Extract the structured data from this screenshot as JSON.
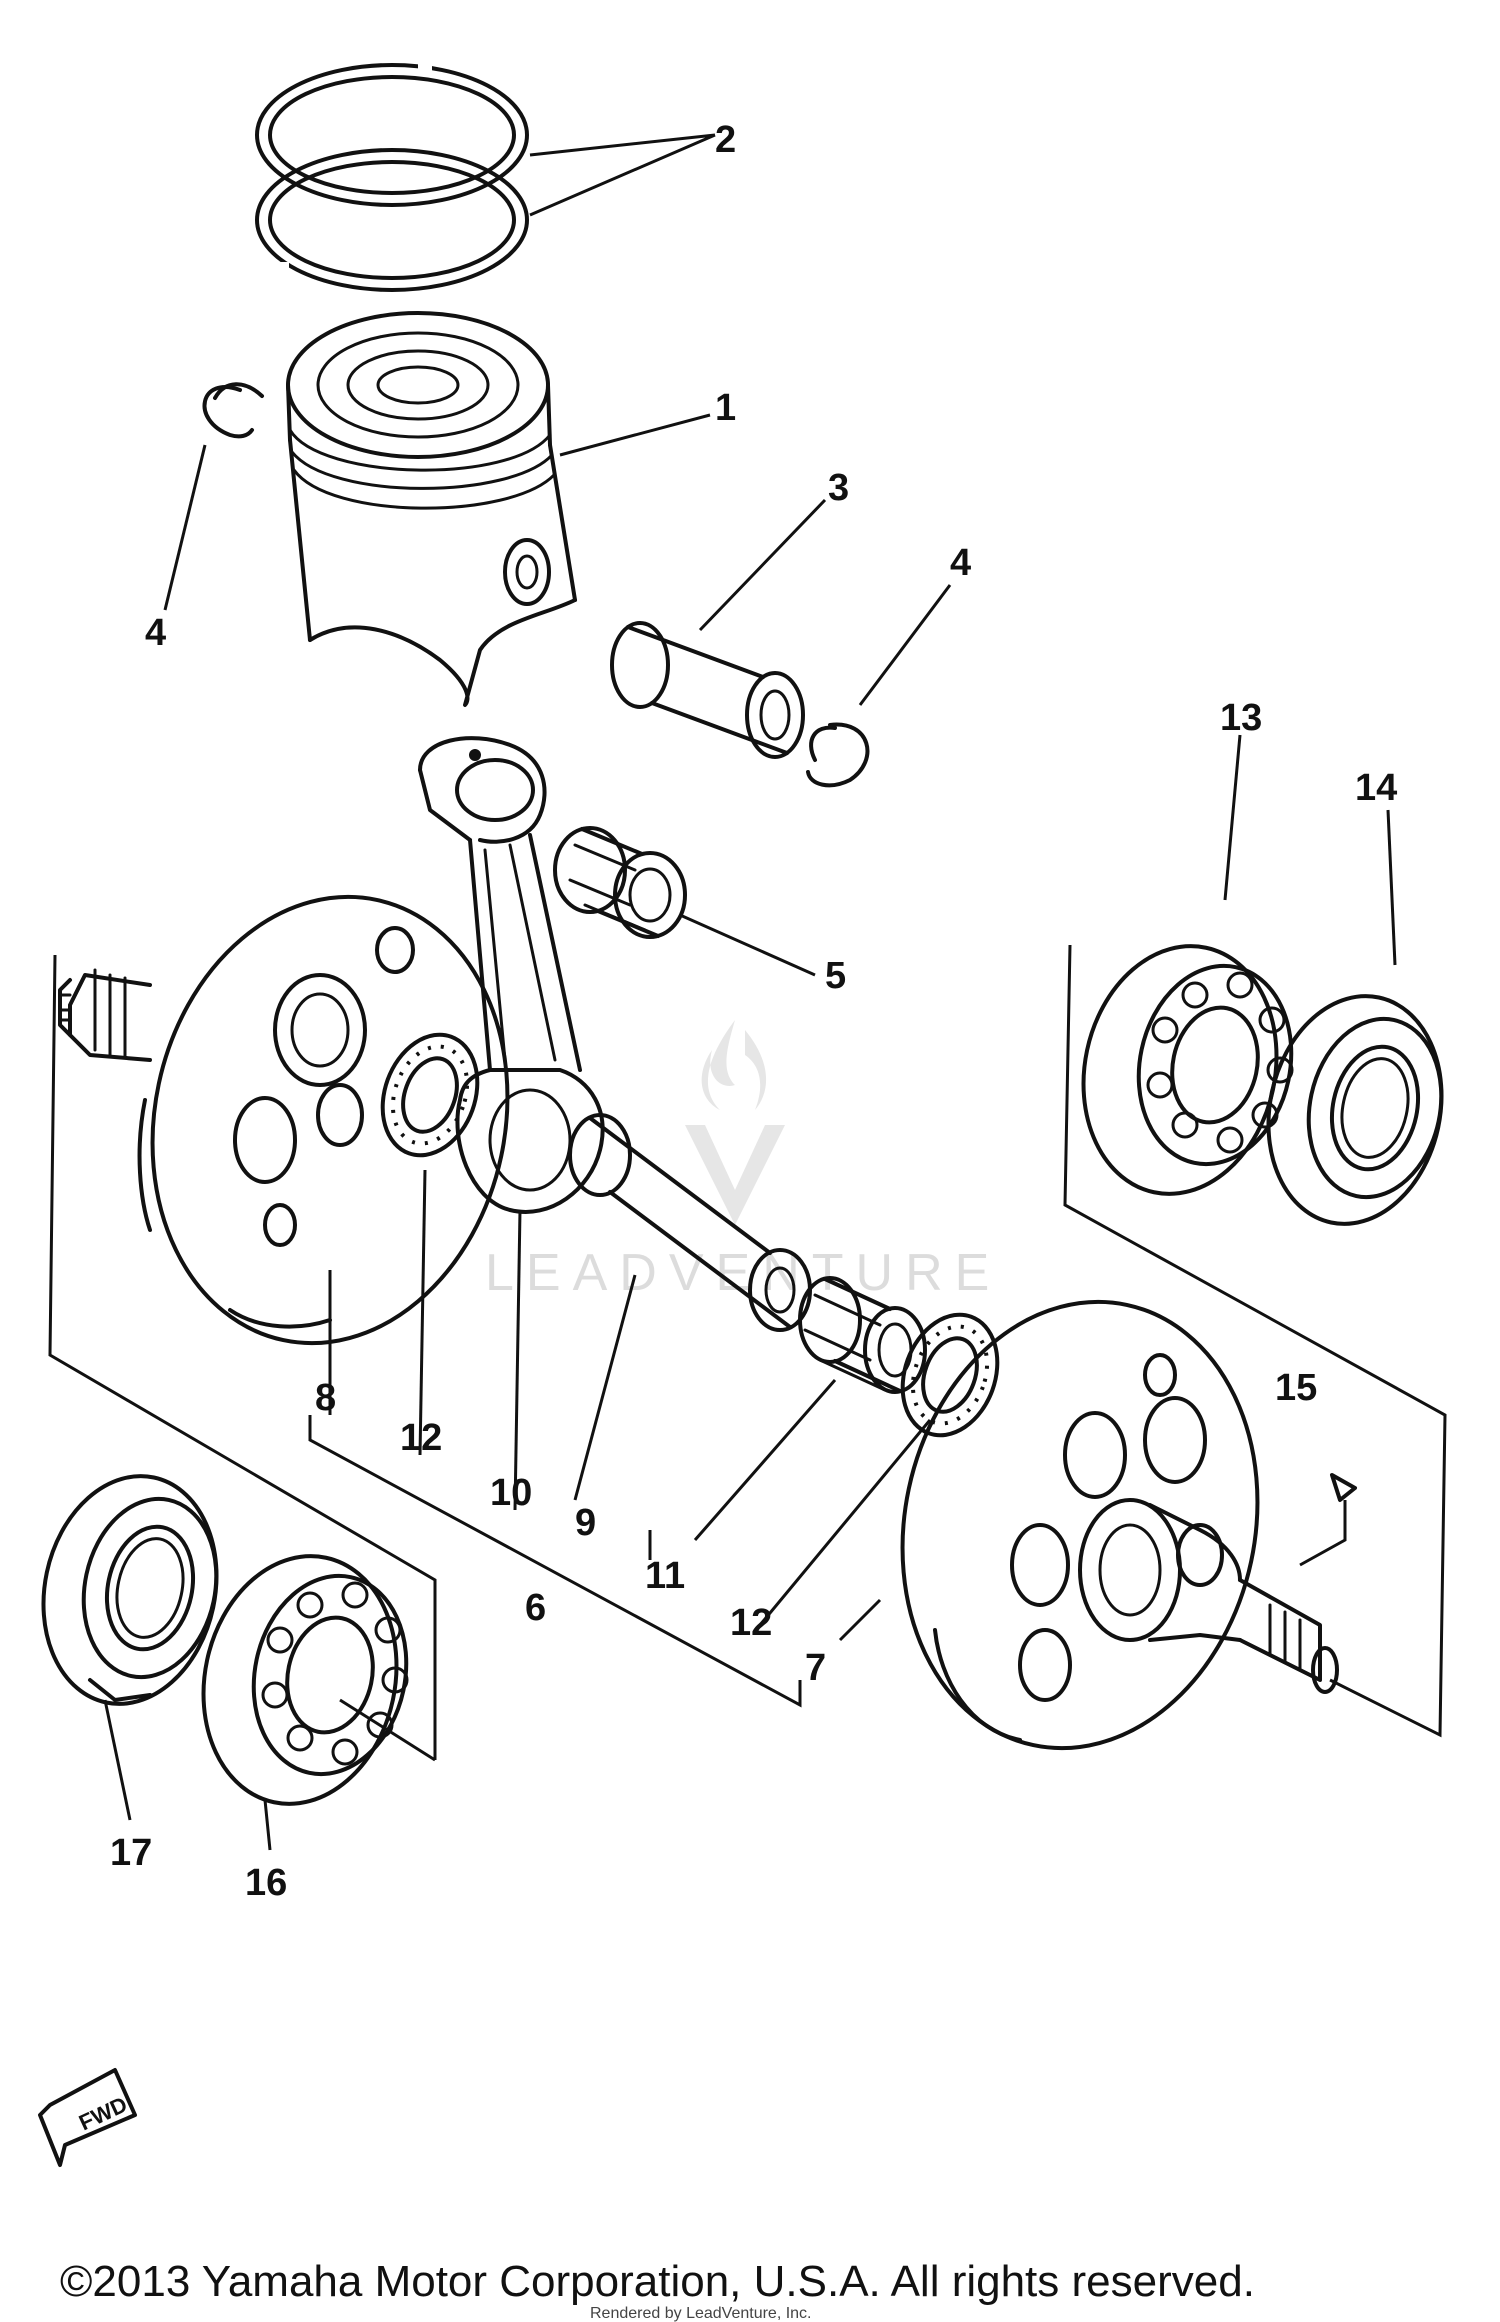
{
  "labels": {
    "p1": "1",
    "p2": "2",
    "p3": "3",
    "p4a": "4",
    "p4b": "4",
    "p5": "5",
    "p6": "6",
    "p7": "7",
    "p8": "8",
    "p9": "9",
    "p10": "10",
    "p11": "11",
    "p12a": "12",
    "p12b": "12",
    "p13": "13",
    "p14": "14",
    "p15": "15",
    "p16": "16",
    "p17": "17"
  },
  "watermark": "LEADVENTURE",
  "fwd_arrow": "FWD",
  "copyright": "©2013 Yamaha Motor Corporation, U.S.A. All rights reserved.",
  "rendered_by": "Rendered by LeadVenture, Inc."
}
